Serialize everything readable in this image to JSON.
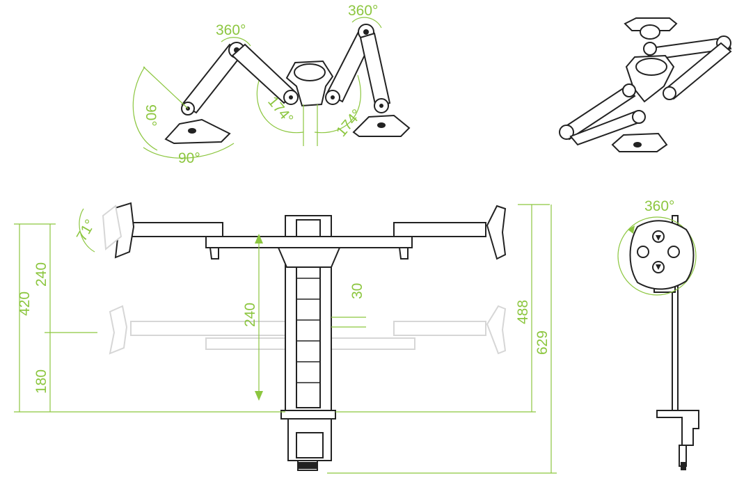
{
  "colors": {
    "accent": "#8cc63f",
    "line": "#222222",
    "ghost": "#d6d6d6"
  },
  "angles": {
    "top_left_rotation": "360°",
    "top_right_rotation": "360°",
    "tilt_90_left": "90°",
    "tilt_90_bottom": "90°",
    "arm_174_left": "174°",
    "arm_174_right": "174°",
    "tilt_71": "71°",
    "side_rotation": "360°"
  },
  "dimensions": {
    "total_left": "420",
    "upper_left": "240",
    "lower_left": "180",
    "travel_center": "240",
    "step": "30",
    "height_488": "488",
    "height_629": "629"
  }
}
